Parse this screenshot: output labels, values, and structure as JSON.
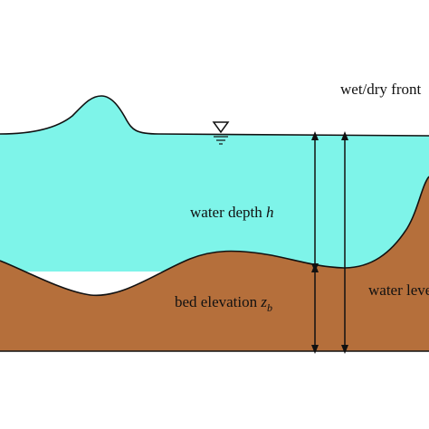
{
  "colors": {
    "water": "#7ef4e9",
    "bed": "#b56f3b",
    "outline": "#111111",
    "background": "#ffffff"
  },
  "labels": {
    "wet_dry_front": "wet/dry front",
    "water_depth": "water depth ",
    "water_depth_symbol": "h",
    "bed_elevation": "bed elevation ",
    "bed_elevation_symbol": "z",
    "bed_elevation_subscript": "b",
    "water_level": "water level"
  },
  "icons": {
    "free_surface_marker": "free-surface-triangle-icon"
  }
}
